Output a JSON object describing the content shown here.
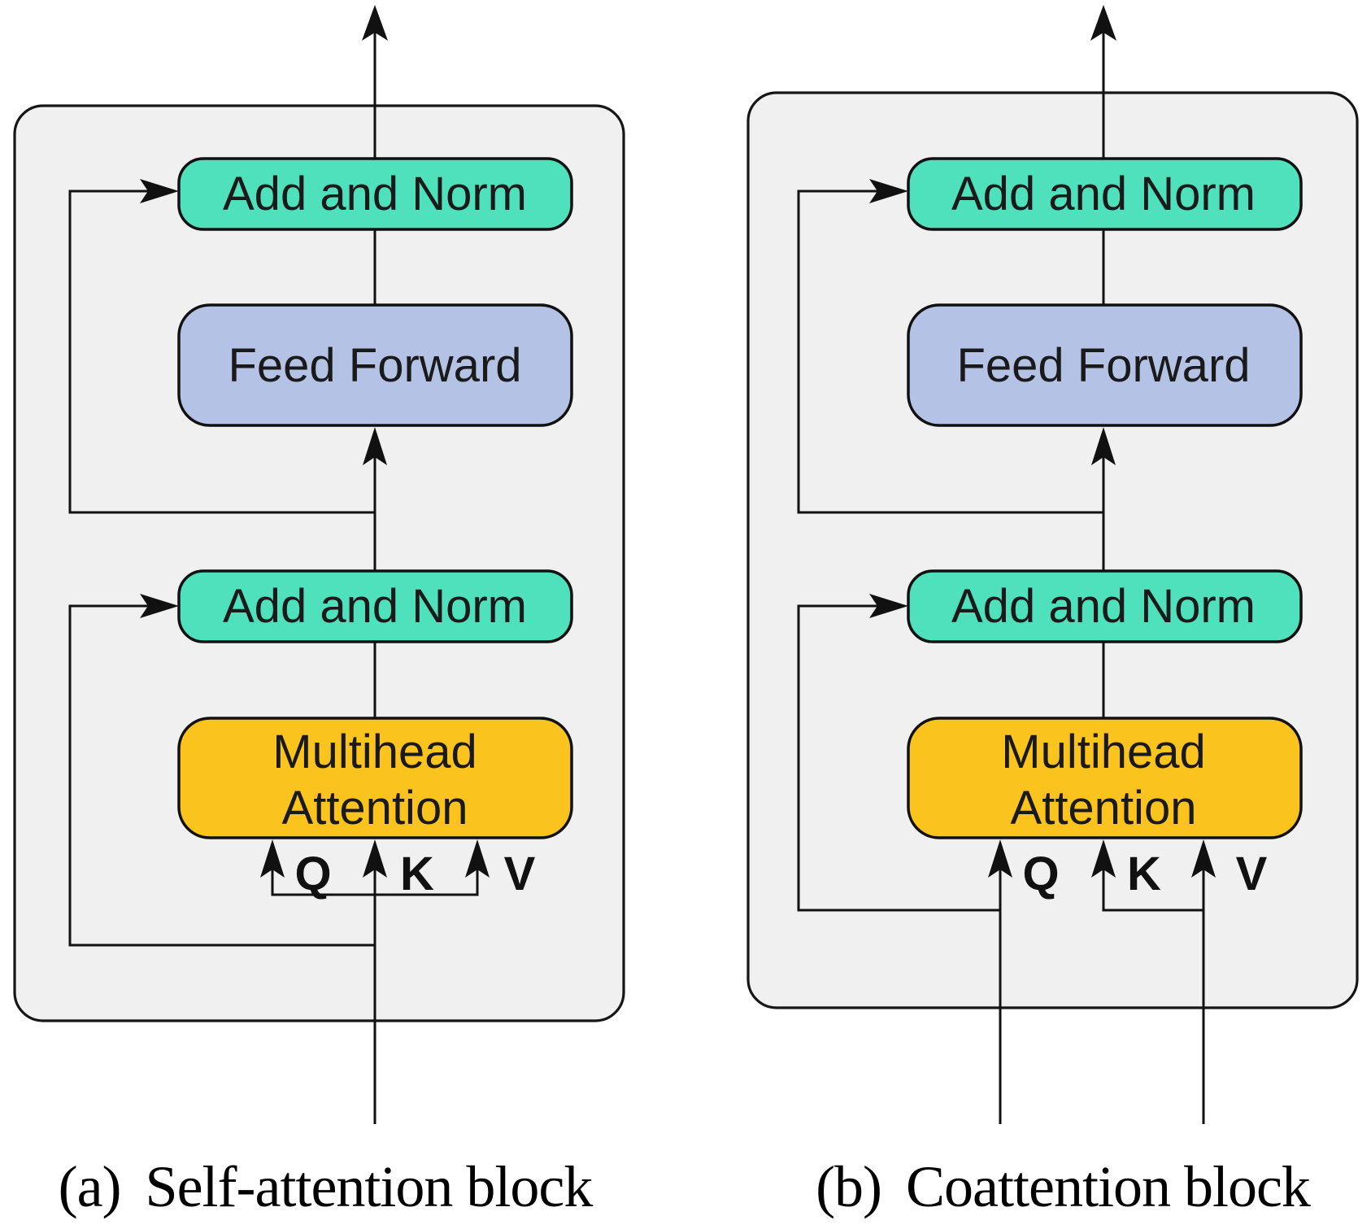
{
  "colors": {
    "add_norm": "#4FE0BC",
    "feed_forward": "#B4C2E6",
    "attention": "#FBC31D",
    "container_fill": "#F0F0F0",
    "line": "#111111"
  },
  "diagrams": [
    {
      "caption_prefix": "(a)",
      "caption": "Self-attention block",
      "boxes": {
        "add_norm_top": "Add and Norm",
        "feed_forward": "Feed Forward",
        "add_norm_bottom": "Add and Norm",
        "attention_line1": "Multihead",
        "attention_line2": "Attention"
      },
      "inputs": {
        "q": "Q",
        "k": "K",
        "v": "V"
      }
    },
    {
      "caption_prefix": "(b)",
      "caption": "Coattention block",
      "boxes": {
        "add_norm_top": "Add and Norm",
        "feed_forward": "Feed Forward",
        "add_norm_bottom": "Add and Norm",
        "attention_line1": "Multihead",
        "attention_line2": "Attention"
      },
      "inputs": {
        "q": "Q",
        "k": "K",
        "v": "V"
      }
    }
  ]
}
